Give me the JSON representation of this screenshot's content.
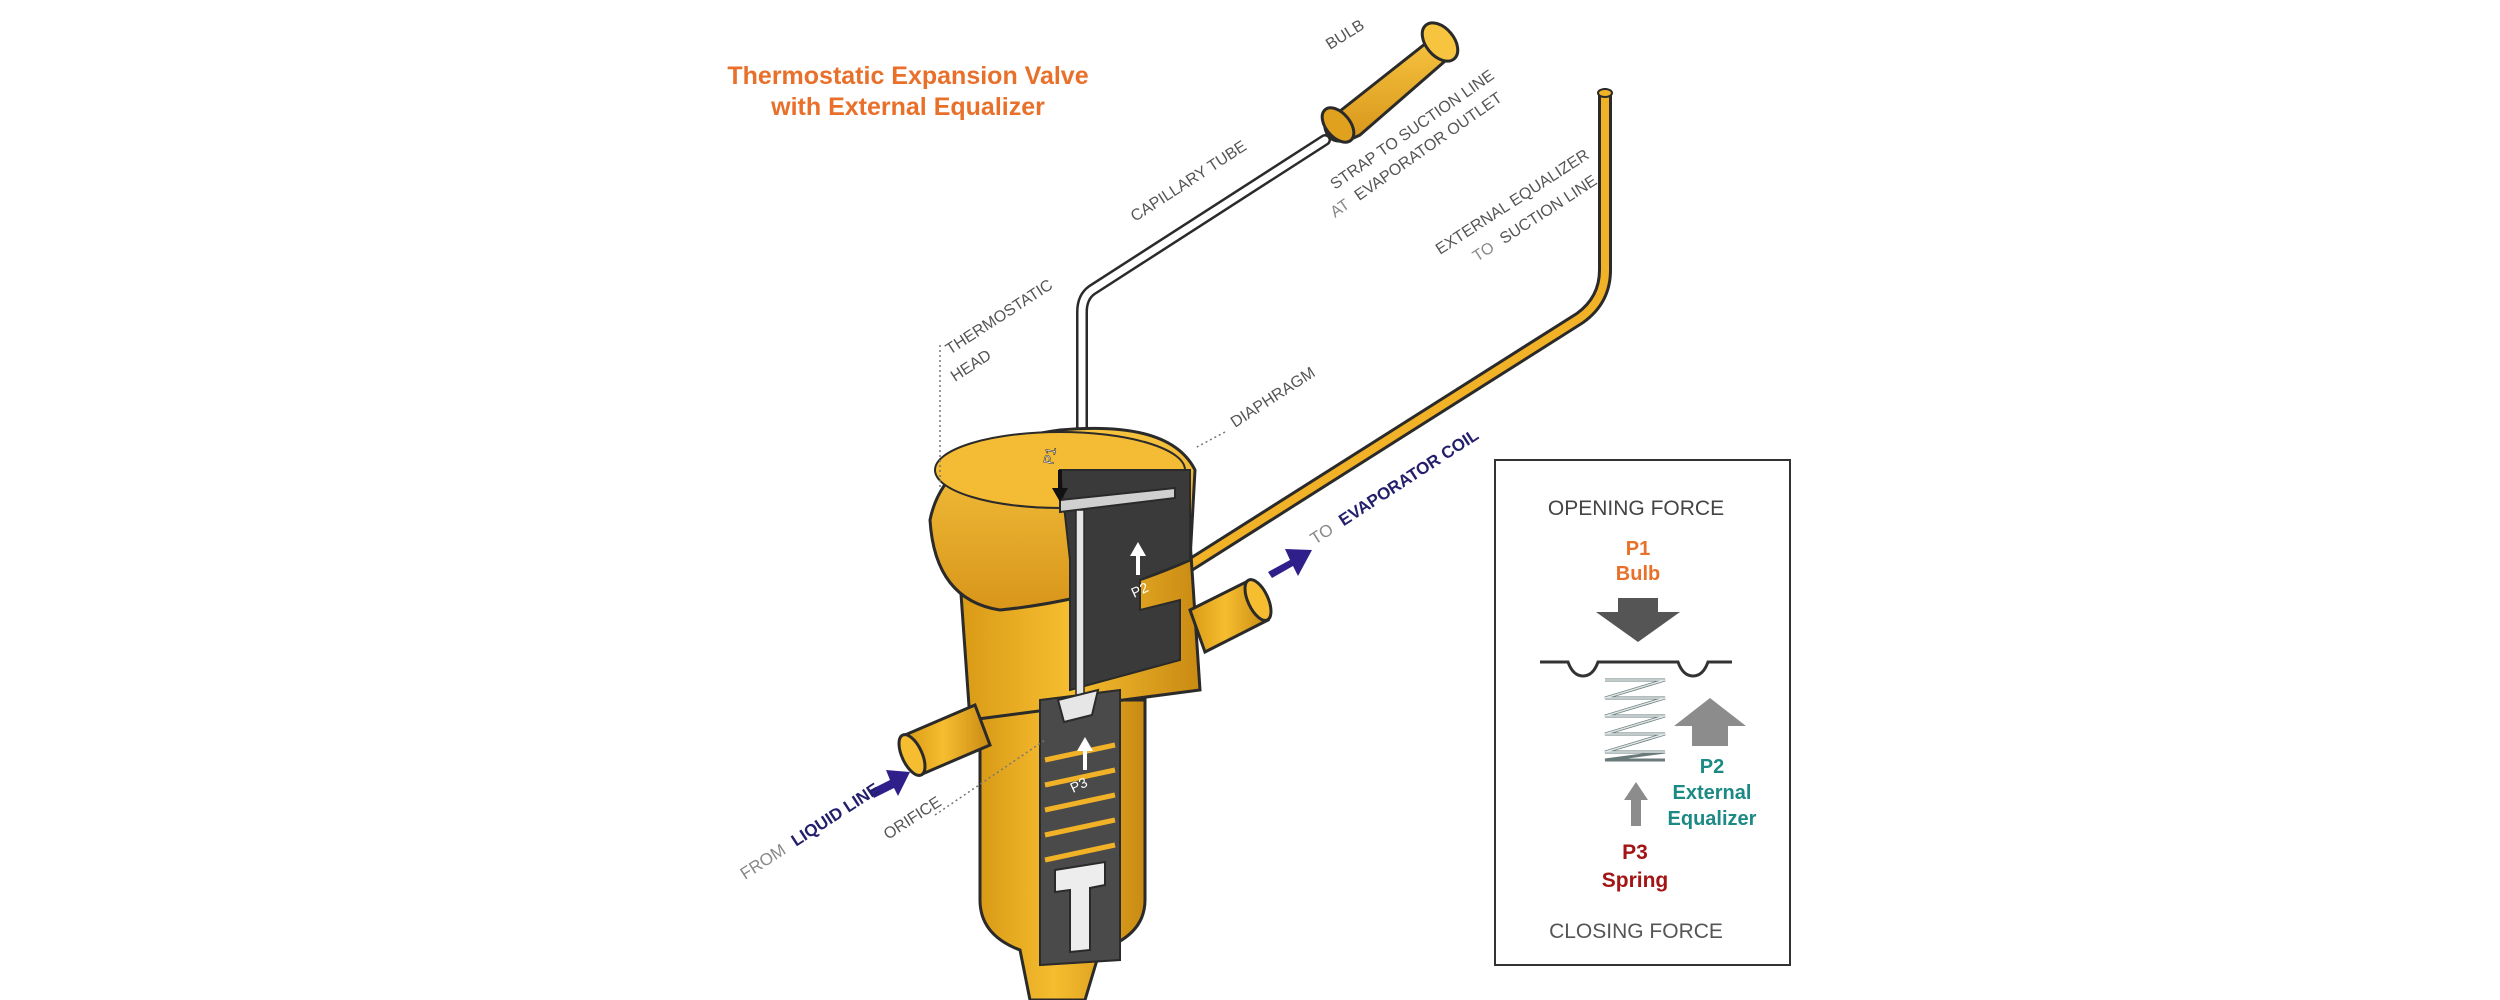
{
  "title": {
    "line1": "Thermostatic Expansion Valve",
    "line2": "with External Equalizer"
  },
  "labels": {
    "bulb": "BULB",
    "strap_line1": "STRAP TO SUCTION LINE",
    "strap_line2_prefix": "AT",
    "strap_line2_main": "EVAPORATOR OUTLET",
    "capillary": "CAPILLARY TUBE",
    "ext_eq_line1": "EXTERNAL EQUALIZER",
    "ext_eq_line2_prefix": "TO",
    "ext_eq_line2_main": "SUCTION LINE",
    "thermo_line1": "THERMOSTATIC",
    "thermo_line2": "HEAD",
    "diaphragm": "DIAPHRAGM",
    "to_evap_prefix": "TO",
    "to_evap_main": "EVAPORATOR COIL",
    "from_liquid_prefix": "FROM",
    "from_liquid_main": "LIQUID LINE",
    "orifice": "ORIFICE",
    "p1": "P1",
    "p2": "P2",
    "p3": "P3"
  },
  "legend": {
    "opening_force": "OPENING FORCE",
    "p1_label": "P1",
    "p1_name": "Bulb",
    "p2_label": "P2",
    "p2_name_line1": "External",
    "p2_name_line2": "Equalizer",
    "p3_label": "P3",
    "p3_name": "Spring",
    "closing_force": "CLOSING FORCE"
  },
  "colors": {
    "title": "#E8702A",
    "brass": "#F2B227",
    "brass_dark": "#C98A12",
    "outline": "#2a2a2a",
    "label_gray": "#555555",
    "label_navy": "#231F6B",
    "flow_arrow": "#2E1F8A",
    "p1_color": "#E8702A",
    "p2_color": "#1C8A84",
    "p3_color": "#A31515",
    "force_arrow": "#8C8C8C"
  }
}
